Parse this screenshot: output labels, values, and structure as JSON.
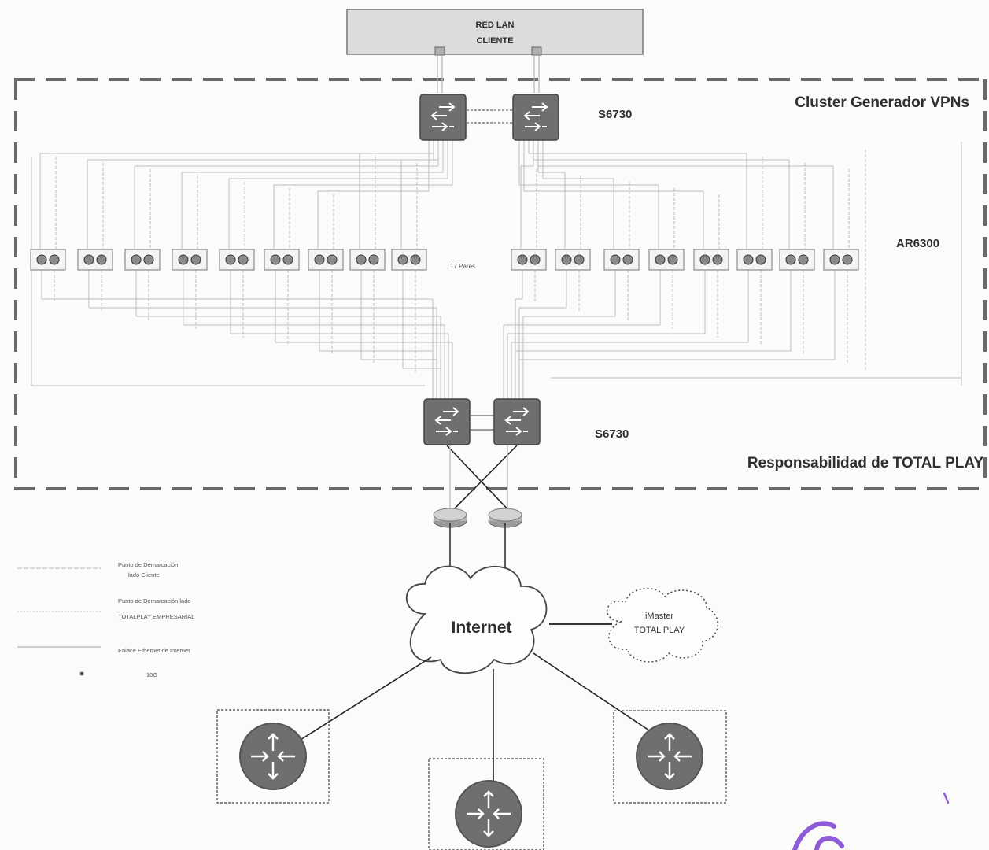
{
  "top_box": {
    "line1": "RED LAN",
    "line2": "CLIENTE"
  },
  "cluster": {
    "title": "Cluster Generador VPNs",
    "footer": "Responsabilidad de TOTAL PLAY",
    "top_switch_label": "S6730",
    "bottom_switch_label": "S6730",
    "router_row_label": "AR6300",
    "pairs_label": "17 Pares"
  },
  "legend": [
    {
      "line1": "Punto de Demarcación",
      "line2": "lado Cliente"
    },
    {
      "line1": "Punto de Demarcación lado",
      "line2": "TOTALPLAY EMPRESARIAL"
    },
    {
      "line1": "Enlace Ethernet de Internet",
      "line2": ""
    },
    {
      "line1": "10G",
      "line2": ""
    }
  ],
  "internet": {
    "label": "Internet"
  },
  "imaster": {
    "line1": "iMaster",
    "line2": "TOTAL PLAY"
  },
  "colors": {
    "device_fill": "#6f6f6f",
    "device_dark": "#555555",
    "dash": "#6a6a6a",
    "link": "#333333",
    "cable": "#bdbdbd",
    "box_fill": "#dcdcdc",
    "signature": "#8f5cd8"
  },
  "icons": {
    "switch": "switch-icon",
    "router": "router-icon",
    "cloud": "cloud-icon",
    "demarcation": "demarcation-device-icon"
  }
}
